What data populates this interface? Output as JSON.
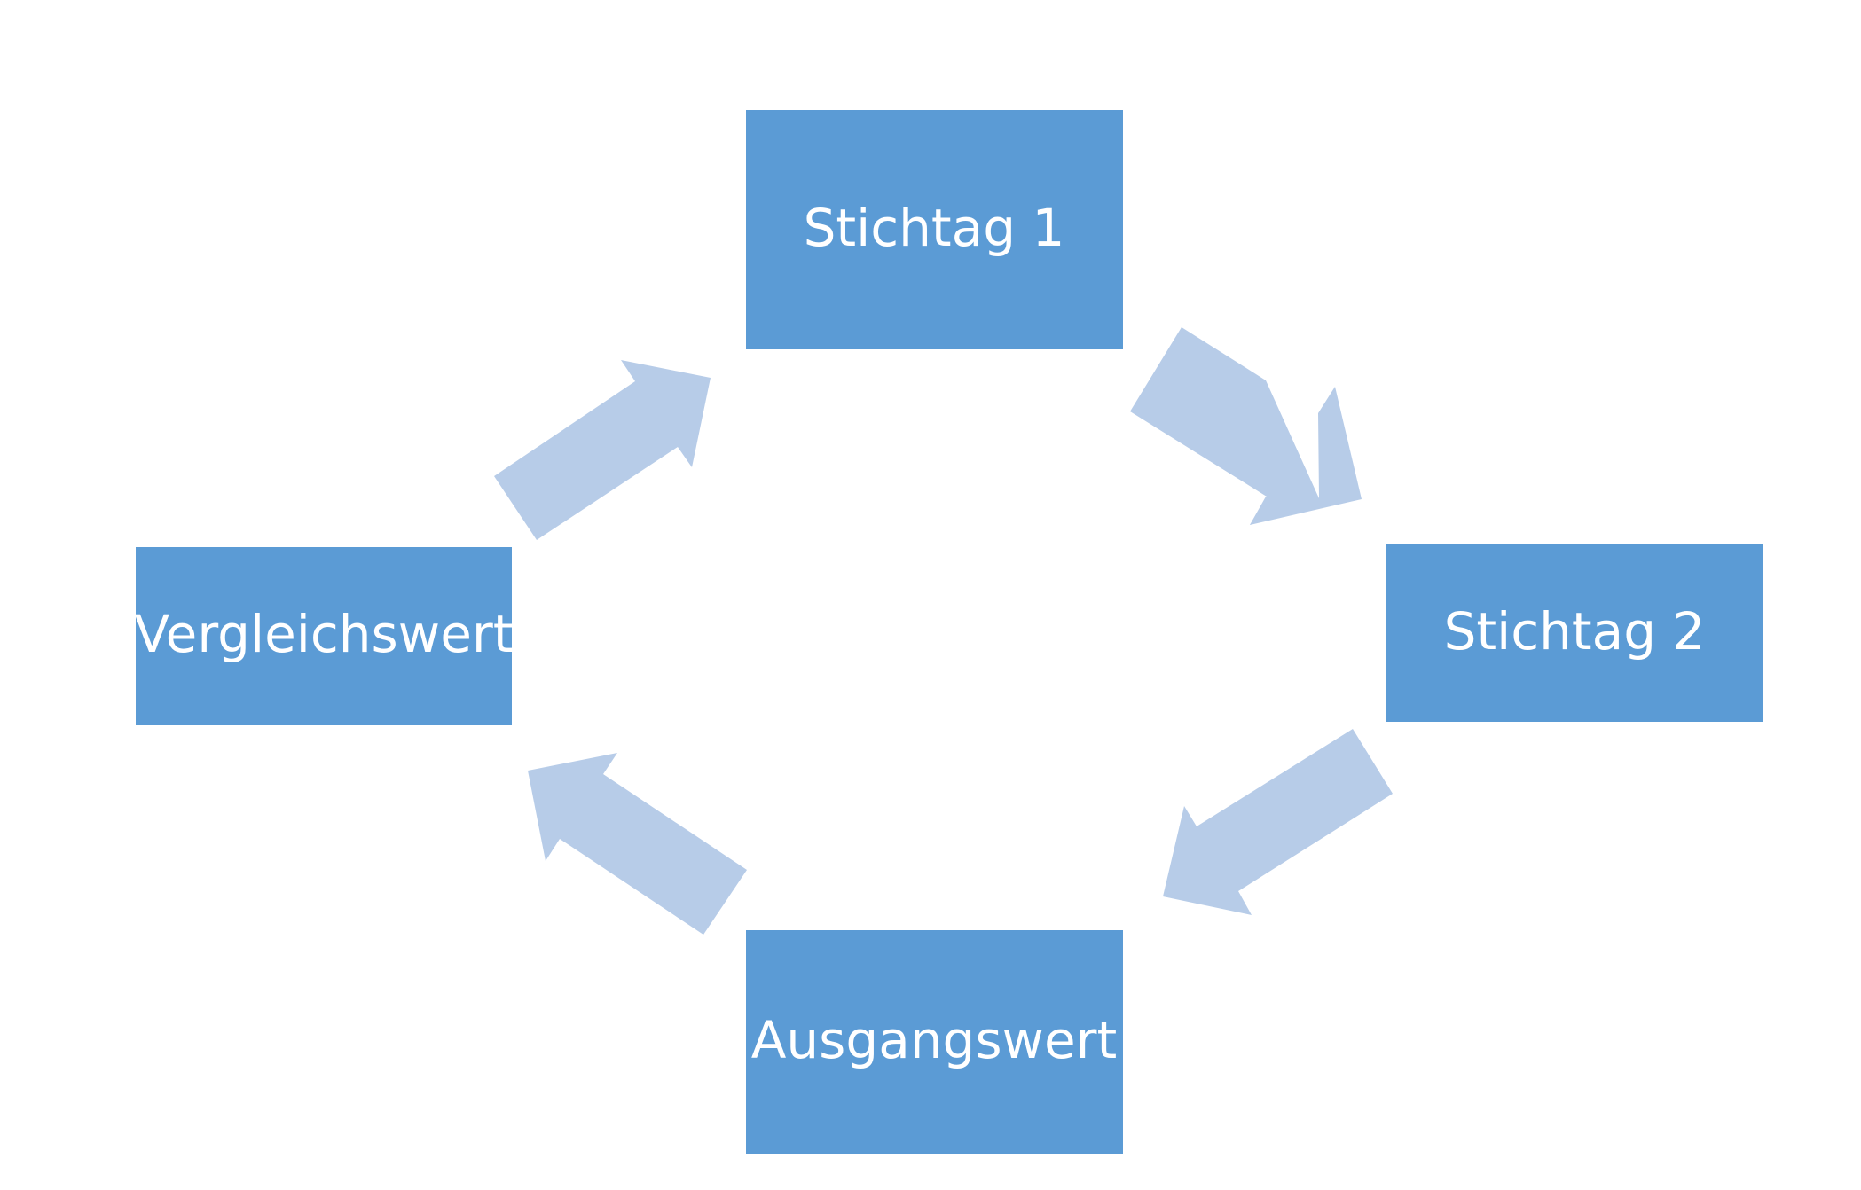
{
  "diagram": {
    "type": "cycle",
    "nodes": {
      "top": {
        "label": "Stichtag 1"
      },
      "right": {
        "label": "Stichtag 2"
      },
      "bottom": {
        "label": "Ausgangswert"
      },
      "left": {
        "label": "Vergleichswert"
      }
    },
    "edges": [
      {
        "from": "Stichtag 1",
        "to": "Stichtag 2"
      },
      {
        "from": "Stichtag 2",
        "to": "Ausgangswert"
      },
      {
        "from": "Ausgangswert",
        "to": "Vergleichswert"
      },
      {
        "from": "Vergleichswert",
        "to": "Stichtag 1"
      }
    ],
    "colors": {
      "node_fill": "#5b9bd5",
      "node_text": "#ffffff",
      "arrow_fill": "#b7cce8",
      "background": "#ffffff"
    }
  }
}
